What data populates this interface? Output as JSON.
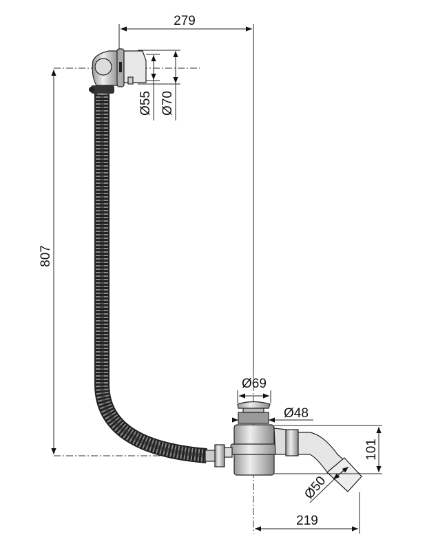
{
  "drawing": {
    "title": "Bath waste and overflow set",
    "dimensions": {
      "overflow_to_drain": "279",
      "overflow_inner_diameter": "Ø55",
      "overflow_outer_diameter": "Ø70",
      "height": "807",
      "plug_diameter": "Ø69",
      "drain_diameter": "Ø48",
      "trap_height": "101",
      "outlet_diameter": "Ø50",
      "outlet_offset": "219"
    },
    "colors": {
      "line": "#222222",
      "hose": "#3a3a3a",
      "metal": "#c8c8c8"
    }
  }
}
